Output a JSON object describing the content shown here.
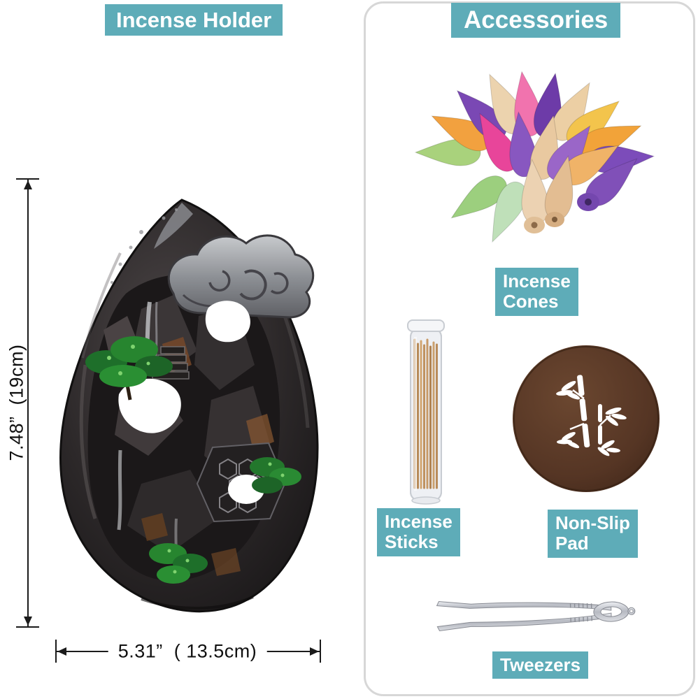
{
  "accent_color": "#5EACB8",
  "left_panel": {
    "title": "Incense Holder",
    "height_label": "7.48”  (19cm)",
    "width_label": "5.31”  ( 13.5cm)"
  },
  "right_panel": {
    "title": "Accessories",
    "items": [
      {
        "id": "incense-cones",
        "label": "Incense\nCones"
      },
      {
        "id": "incense-sticks",
        "label": "Incense\nSticks"
      },
      {
        "id": "non-slip-pad",
        "label": "Non-Slip\nPad"
      },
      {
        "id": "tweezers",
        "label": "Tweezers"
      }
    ]
  }
}
